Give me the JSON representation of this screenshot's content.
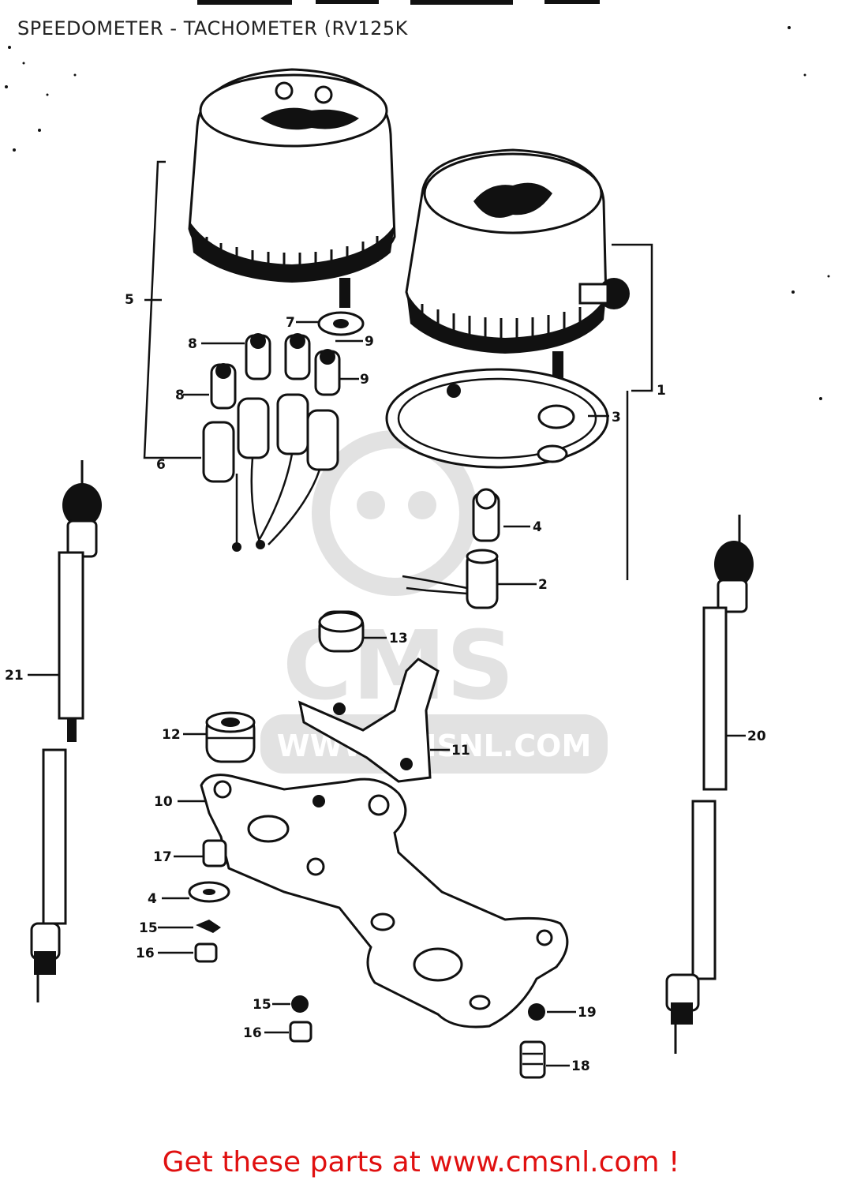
{
  "title": "SPEEDOMETER - TACHOMETER (RV125K",
  "watermark": {
    "letters": "CMS",
    "url": "WWW.CMSNL.COM"
  },
  "callouts": {
    "c1": "1",
    "c2": "2",
    "c3": "3",
    "c4a": "4",
    "c4b": "4",
    "c5": "5",
    "c6": "6",
    "c7": "7",
    "c8a": "8",
    "c8b": "8",
    "c9a": "9",
    "c9b": "9",
    "c10": "10",
    "c11": "11",
    "c12": "12",
    "c13": "13",
    "c15a": "15",
    "c15b": "15",
    "c16a": "16",
    "c16b": "16",
    "c17": "17",
    "c18": "18",
    "c19": "19",
    "c20": "20",
    "c21": "21"
  },
  "footer": {
    "text": "Get these parts at www.cmsnl.com !"
  }
}
